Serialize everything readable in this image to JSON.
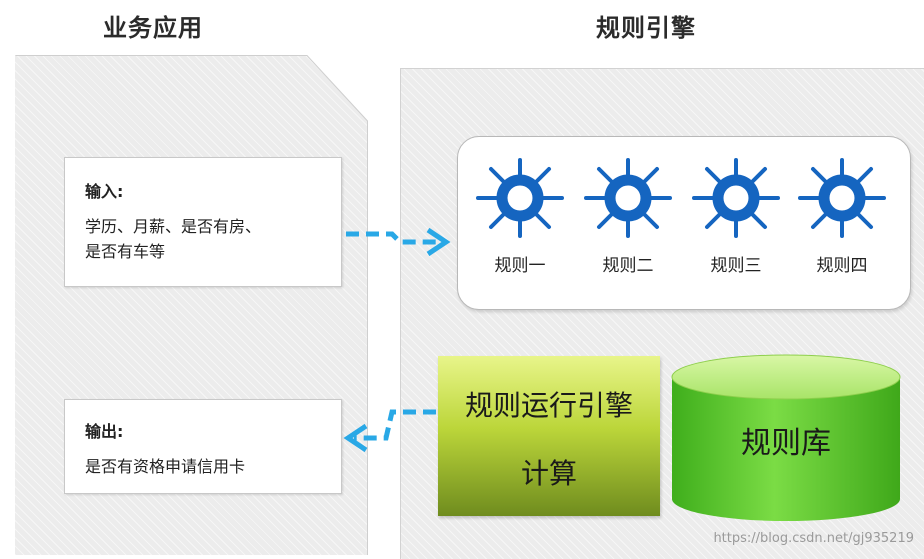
{
  "headings": {
    "left": "业务应用",
    "right": "规则引擎"
  },
  "input_box": {
    "title": "输入:",
    "line1": "学历、月薪、是否有房、",
    "line2": "是否有车等"
  },
  "output_box": {
    "title": "输出:",
    "line1": "是否有资格申请信用卡"
  },
  "rules": [
    "规则一",
    "规则二",
    "规则三",
    "规则四"
  ],
  "engine": {
    "line1": "规则运行引擎",
    "line2": "计算"
  },
  "rule_base": "规则库",
  "watermark": "https://blog.csdn.net/gj935219",
  "colors": {
    "gear": "#1565c0",
    "arrow": "#29a8e6",
    "engine_top": "#e8f58a",
    "engine_bottom": "#6f8c1e",
    "cylinder_top": "#c2ee7e",
    "cylinder_body": "#4cc420"
  }
}
